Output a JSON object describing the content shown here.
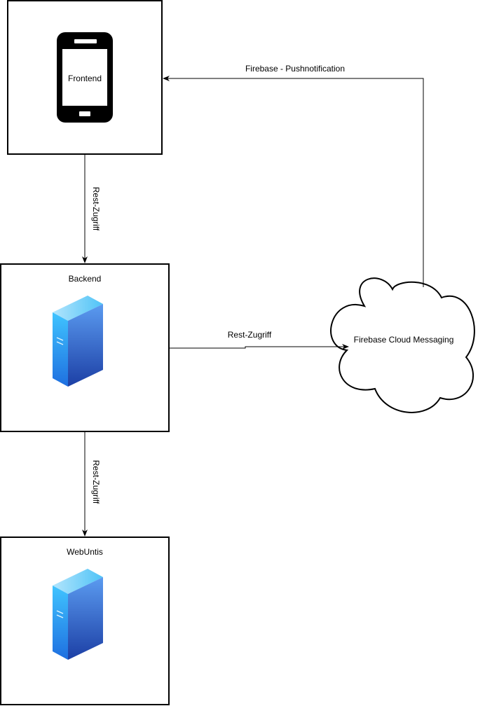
{
  "nodes": {
    "frontend": {
      "label": "Frontend",
      "icon": "smartphone-icon"
    },
    "backend": {
      "label": "Backend",
      "icon": "server-icon"
    },
    "webuntis": {
      "label": "WebUntis",
      "icon": "server-icon"
    },
    "fcm": {
      "label": "Firebase Cloud Messaging",
      "icon": "cloud-shape"
    }
  },
  "edges": {
    "frontend_to_backend": {
      "label": "Rest-Zugriff"
    },
    "backend_to_webuntis": {
      "label": "Rest-Zugriff"
    },
    "backend_to_fcm": {
      "label": "Rest-Zugriff"
    },
    "fcm_to_frontend": {
      "label": "Firebase - Pushnotification"
    }
  },
  "colors": {
    "stroke": "#000000",
    "server_light": "#4FC3F7",
    "server_dark": "#1A3FA8",
    "server_side": "#1E88E5"
  }
}
